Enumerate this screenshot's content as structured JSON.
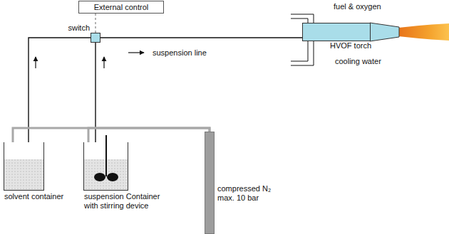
{
  "diagram": {
    "nodes": [
      {
        "text": [
          "External control"
        ]
      },
      {
        "text": [
          "switch"
        ]
      },
      {
        "text": [
          "HVOF torch"
        ]
      },
      {
        "text": [
          "solvent container"
        ]
      },
      {
        "text": [
          "suspension Container with stirring device"
        ]
      },
      {
        "text": [
          "compressed N₂ max. 10 bar"
        ]
      }
    ],
    "edges": [
      {
        "from": 0,
        "to": 1,
        "arrow": "none"
      },
      {
        "from": 3,
        "to": 1,
        "arrow": "none"
      },
      {
        "from": 4,
        "to": 1,
        "arrow": "none"
      },
      {
        "from": 1,
        "to": 2,
        "label": "suspension line",
        "arrow": "none"
      },
      {
        "from": 5,
        "to": 3,
        "arrow": "none"
      },
      {
        "from": 5,
        "to": 4,
        "arrow": "none"
      }
    ],
    "labels": [
      "fuel & oxygen",
      "cooling water"
    ]
  }
}
